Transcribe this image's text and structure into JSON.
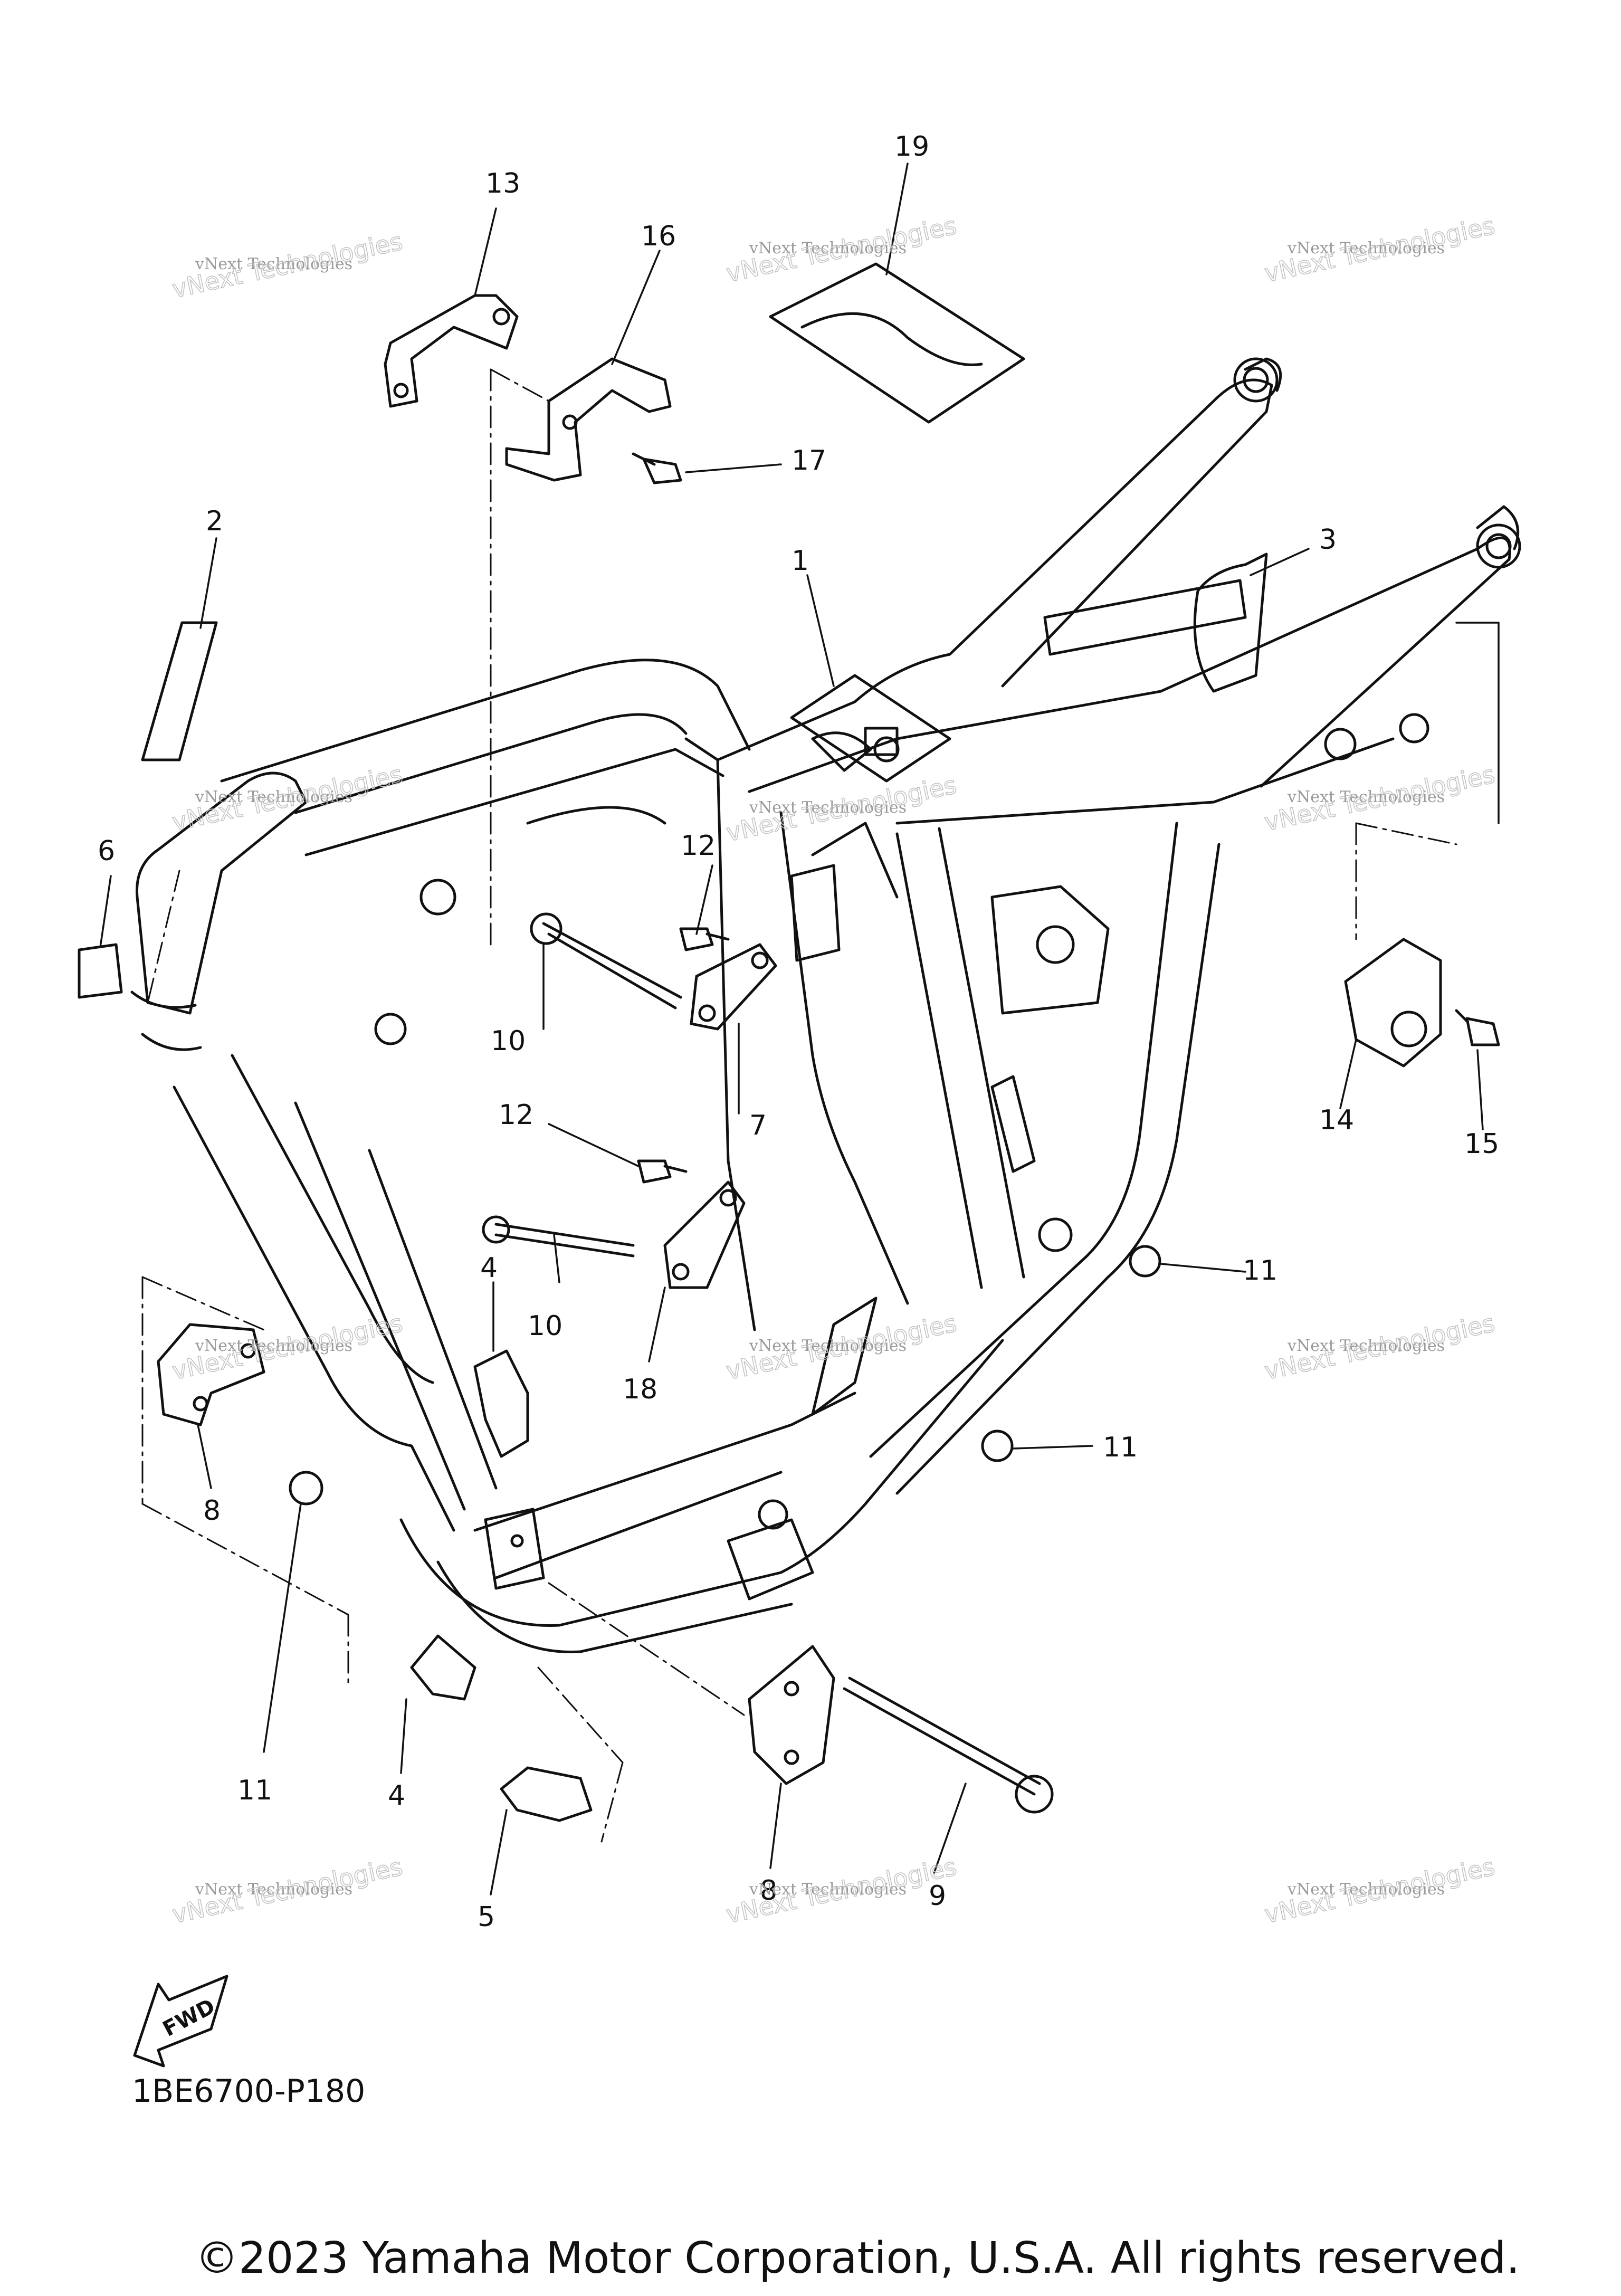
{
  "diagram": {
    "code": "1BE6700-P180",
    "copyright": "©2023 Yamaha Motor Corporation, U.S.A. All rights reserved.",
    "direction_label": "FWD",
    "watermark": {
      "line1": "vNext Technologies",
      "line2": "vNext Technologies"
    },
    "callouts": {
      "c1": "1",
      "c2": "2",
      "c3": "3",
      "c4a": "4",
      "c4b": "4",
      "c5": "5",
      "c6": "6",
      "c7": "7",
      "c8a": "8",
      "c8b": "8",
      "c9": "9",
      "c10a": "10",
      "c10b": "10",
      "c11a": "11",
      "c11b": "11",
      "c11c": "11",
      "c12a": "12",
      "c12b": "12",
      "c13": "13",
      "c14": "14",
      "c15": "15",
      "c16": "16",
      "c17": "17",
      "c18": "18",
      "c19": "19"
    },
    "icons": {
      "fwd": "fwd-arrow-icon"
    }
  }
}
